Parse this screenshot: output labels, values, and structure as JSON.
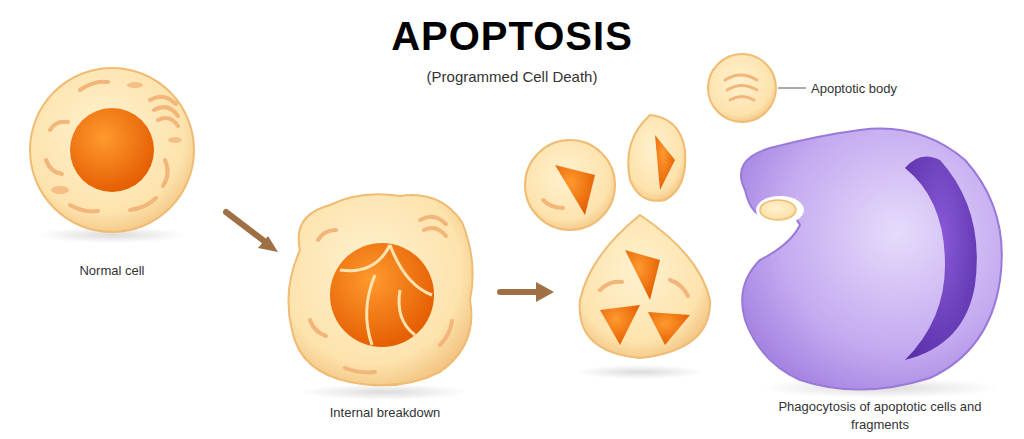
{
  "diagram": {
    "title": "APOPTOSIS",
    "labels": [
      "(Programmed Cell Death)",
      "Normal cell",
      "Internal breakdown",
      "Apoptotic body",
      "Phagocytosis of apoptotic cells and fragments"
    ]
  }
}
